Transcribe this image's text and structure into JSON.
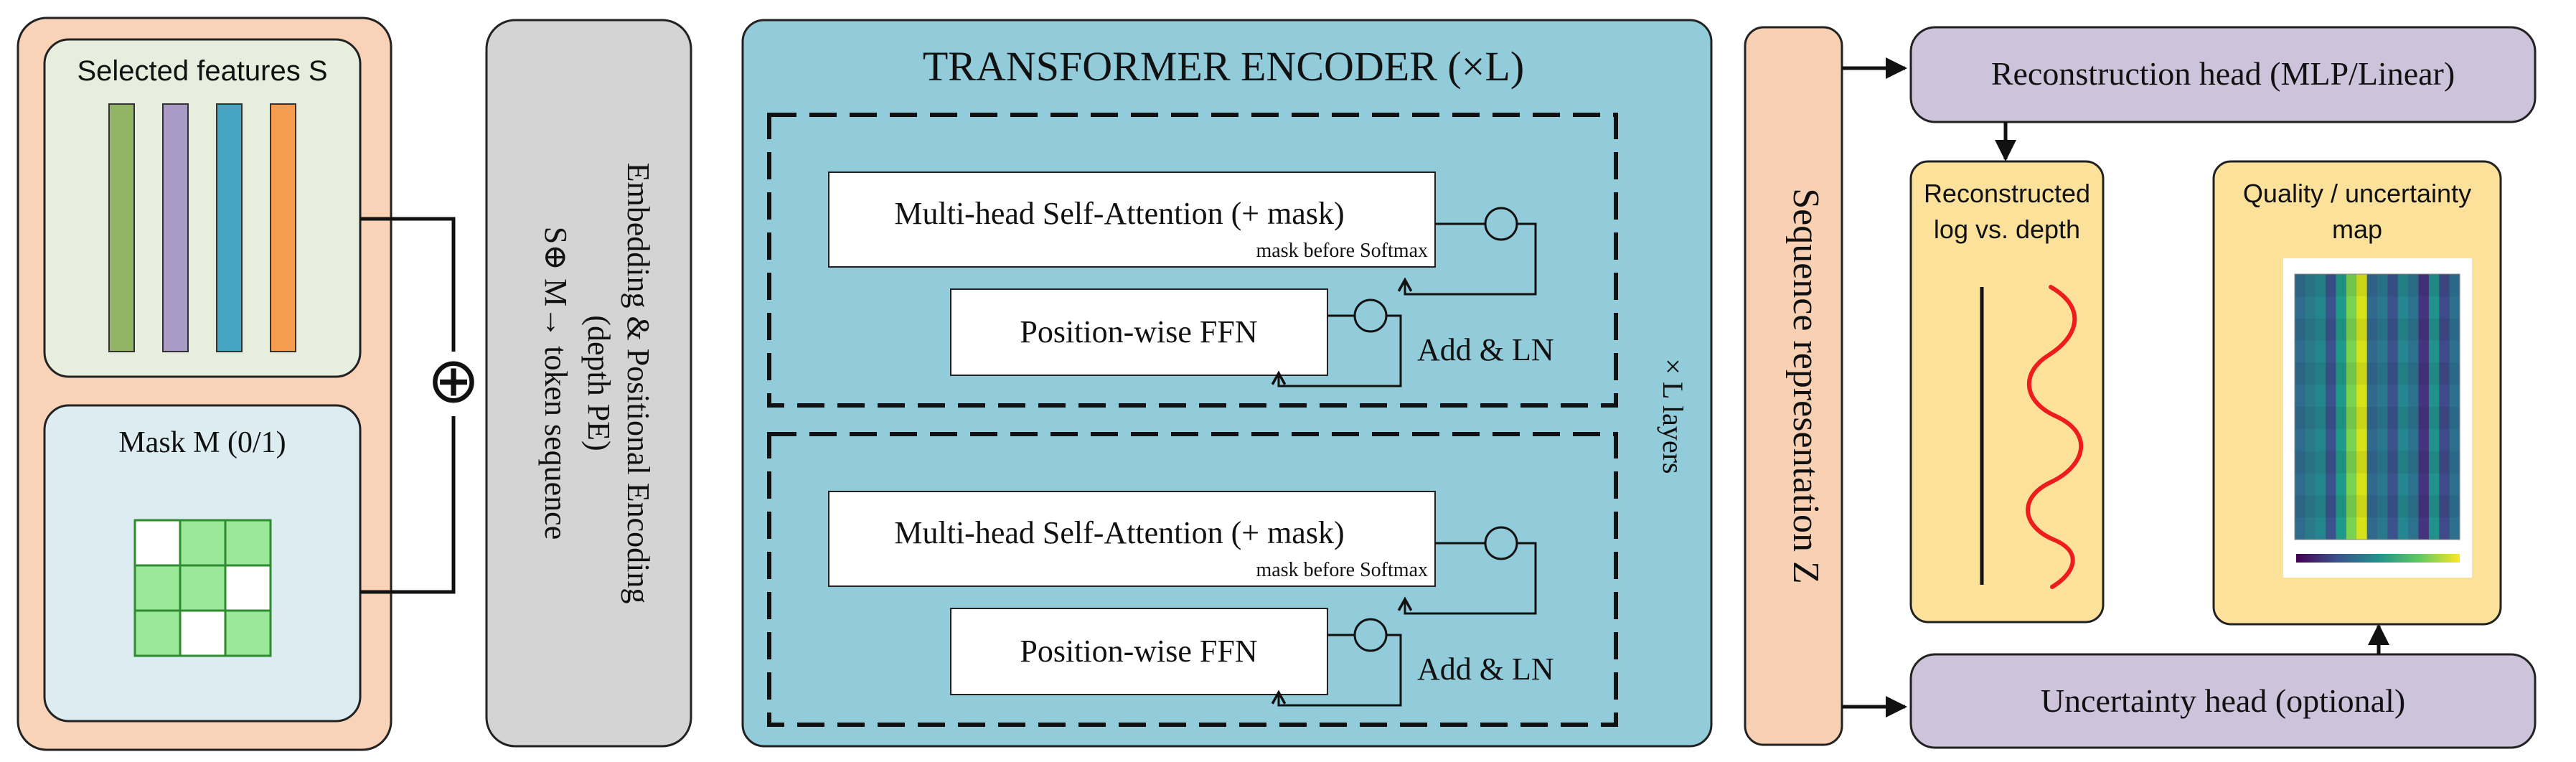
{
  "colors": {
    "input_panel": "#f9d3b8",
    "features_box": "#e8eedd",
    "mask_box": "#dcecf1",
    "embedding_box": "#d4d4d4",
    "encoder_bg": "#92cbd9",
    "seq_repr": "#f8d1b5",
    "head_box": "#cdc3db",
    "output_panel": "#fbe19a",
    "feature_bars": [
      "#92b565",
      "#aa9ac6",
      "#46a5c3",
      "#f59c4f"
    ],
    "mask_green": "#9be89a",
    "signal": "#ee1c1c"
  },
  "input": {
    "features_title": "Selected features S",
    "mask_title": "Mask M (0/1)",
    "mask_grid": [
      [
        0,
        1,
        1
      ],
      [
        1,
        1,
        0
      ],
      [
        1,
        0,
        1
      ]
    ],
    "combine_symbol": "⊕"
  },
  "embedding": {
    "title": "Embedding & Positional Encoding",
    "subtitle": "(depth PE)",
    "formula": "S⊕ M→ token sequence"
  },
  "encoder": {
    "title": "TRANSFORMER ENCODER (×L)",
    "layers": [
      {
        "attention": "Multi-head Self-Attention (+ mask)",
        "attention_note": "mask before Softmax",
        "ffn": "Position-wise FFN",
        "add_ln": "Add & LN"
      },
      {
        "attention": "Multi-head Self-Attention (+ mask)",
        "attention_note": "mask before Softmax",
        "ffn": "Position-wise FFN",
        "add_ln": "Add & LN"
      }
    ],
    "repeat_label": "× L layers"
  },
  "sequence": {
    "label": "Sequence representation Z"
  },
  "heads": {
    "reconstruction": "Reconstruction head (MLP/Linear)",
    "uncertainty": "Uncertainty head (optional)"
  },
  "outputs": {
    "reconstructed_line1": "Reconstructed",
    "reconstructed_line2": "log vs. depth",
    "quality_line1": "Quality / uncertainty",
    "quality_line2": "map"
  }
}
